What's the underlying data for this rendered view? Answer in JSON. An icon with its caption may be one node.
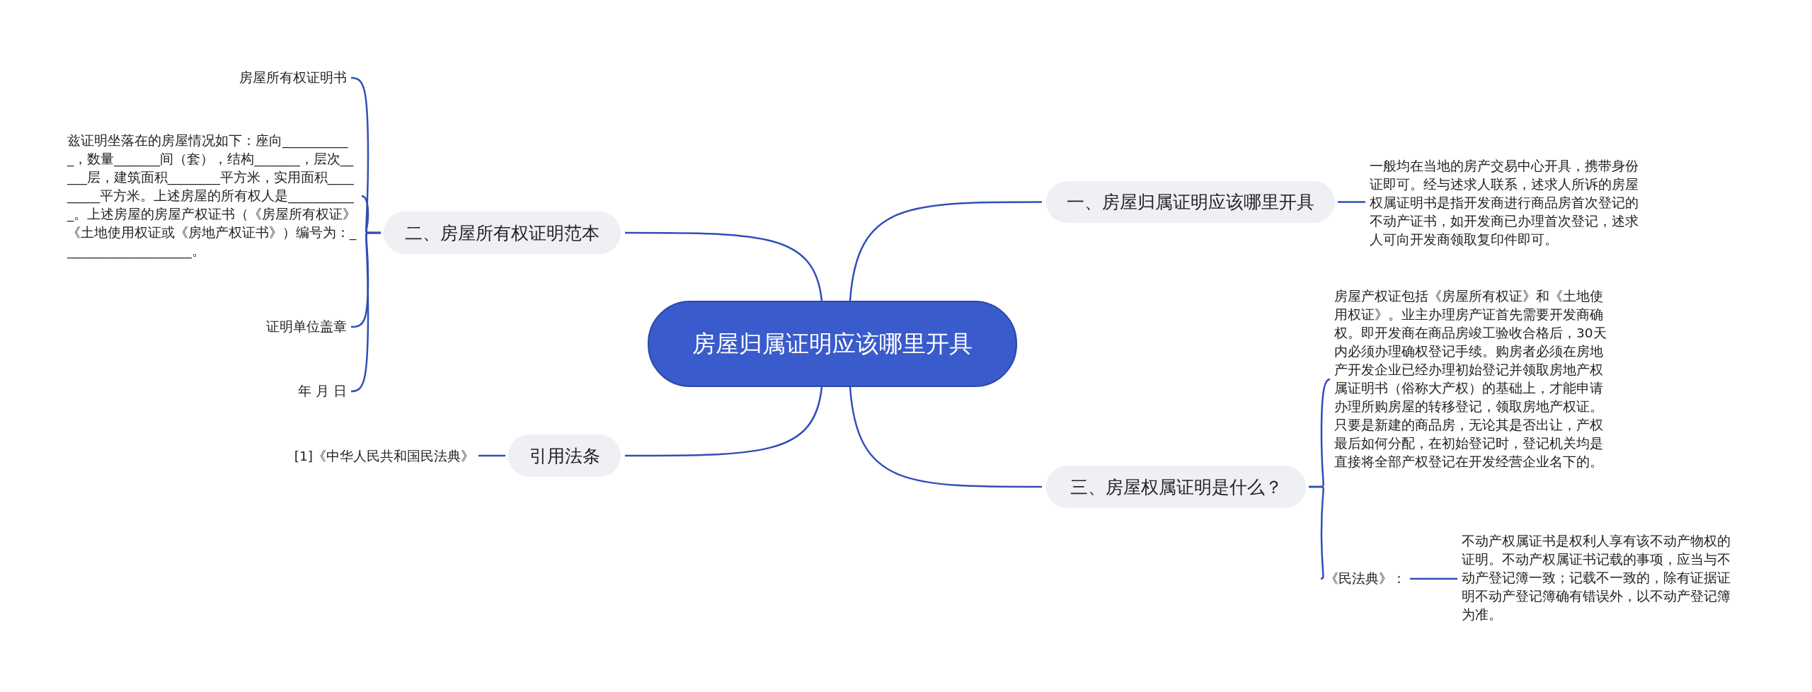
{
  "diagram": {
    "nodes": [
      {
        "text": [
          "房屋归属证明应该哪里开具"
        ]
      },
      {
        "text": [
          "一、房屋归属证明应该哪里开具"
        ]
      },
      {
        "text": [
          "一般均在当地的房产交易中心开具，携带身份证即可。经与述求人联系，述求人所诉的房屋权属证明书是指开发商进行商品房首次登记的不动产证书，如开发商已办理首次登记，述求人可向开发商领取复印件即可。"
        ]
      },
      {
        "text": [
          "二、房屋所有权证明范本"
        ]
      },
      {
        "text": [
          "房屋所有权证明书"
        ]
      },
      {
        "text": [
          "兹证明坐落在的房屋情况如下：座向___________，数量_______间（套），结构_______，层次_____层，建筑面积________平方米，实用面积_________平方米。上述房屋的所有权人是___________。上述房屋的房屋产权证书（《房屋所有权证》《土地使用权证或《房地产权证书》）编号为：____________________。"
        ]
      },
      {
        "text": [
          "证明单位盖章"
        ]
      },
      {
        "text": [
          "年 月 日"
        ]
      },
      {
        "text": [
          "三、房屋权属证明是什么？"
        ]
      },
      {
        "text": [
          "房屋产权证包括《房屋所有权证》和《土地使用权证》。业主办理房产证首先需要开发商确权。即开发商在商品房竣工验收合格后，30天内必须办理确权登记手续。购房者必须在房地产开发企业已经办理初始登记并领取房地产权属证明书（俗称大产权）的基础上，才能申请办理所购房屋的转移登记，领取房地产权证。只要是新建的商品房，无论其是否出让，产权最后如何分配，在初始登记时，登记机关均是直接将全部产权登记在开发经营企业名下的。"
        ]
      },
      {
        "text": [
          "《民法典》："
        ]
      },
      {
        "text": [
          "不动产权属证书是权利人享有该不动产物权的证明。不动产权属证书记载的事项，应当与不动产登记簿一致；记载不一致的，除有证据证明不动产登记簿确有错误外，以不动产登记簿为准。"
        ]
      },
      {
        "text": [
          "引用法条"
        ]
      },
      {
        "text": [
          "[1]《中华人民共和国民法典》"
        ]
      }
    ],
    "edges": [
      {
        "from": 0,
        "to": 1,
        "arrow": "none"
      },
      {
        "from": 1,
        "to": 2,
        "arrow": "none"
      },
      {
        "from": 0,
        "to": 3,
        "arrow": "none"
      },
      {
        "from": 3,
        "to": 4,
        "arrow": "none"
      },
      {
        "from": 3,
        "to": 5,
        "arrow": "none"
      },
      {
        "from": 3,
        "to": 6,
        "arrow": "none"
      },
      {
        "from": 3,
        "to": 7,
        "arrow": "none"
      },
      {
        "from": 0,
        "to": 8,
        "arrow": "none"
      },
      {
        "from": 8,
        "to": 9,
        "arrow": "none"
      },
      {
        "from": 8,
        "to": 10,
        "arrow": "none"
      },
      {
        "from": 10,
        "to": 11,
        "arrow": "none"
      },
      {
        "from": 0,
        "to": 12,
        "arrow": "none"
      },
      {
        "from": 12,
        "to": 13,
        "arrow": "none"
      }
    ]
  }
}
